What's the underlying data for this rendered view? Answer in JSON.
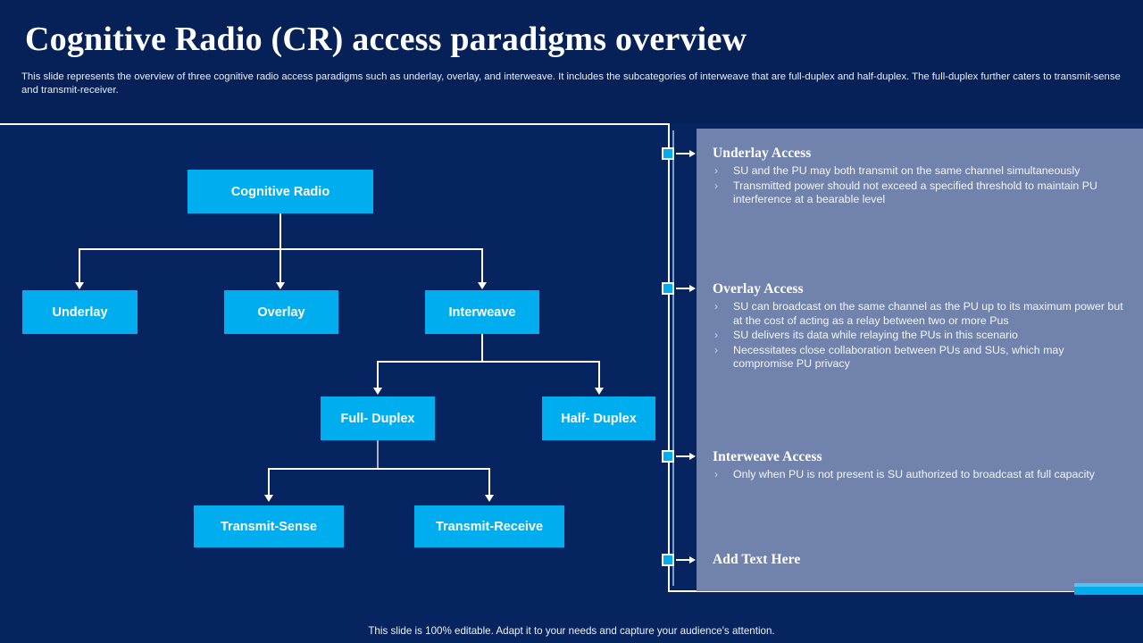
{
  "header": {
    "title": "Cognitive Radio (CR) access paradigms overview",
    "subtitle": "This slide represents the overview of three cognitive radio access paradigms such as underlay, overlay,  and interweave. It includes the subcategories of interweave that are full-duplex and half-duplex. The full-duplex further caters to transmit-sense and transmit-receiver."
  },
  "colors": {
    "background": "#052460",
    "header": "#062157",
    "node": "#00aeef",
    "panel": "#7183ad",
    "accent": "#00aeef",
    "line": "#ffffff"
  },
  "flowchart": {
    "nodes": [
      {
        "id": "cognitive-radio",
        "label": "Cognitive Radio"
      },
      {
        "id": "underlay",
        "label": "Underlay"
      },
      {
        "id": "overlay",
        "label": "Overlay"
      },
      {
        "id": "interweave",
        "label": "Interweave"
      },
      {
        "id": "full-duplex",
        "label": "Full- Duplex"
      },
      {
        "id": "half-duplex",
        "label": "Half- Duplex"
      },
      {
        "id": "transmit-sense",
        "label": "Transmit-Sense"
      },
      {
        "id": "transmit-receive",
        "label": "Transmit-Receive"
      }
    ]
  },
  "panel": {
    "sections": [
      {
        "id": "underlay-access",
        "heading": "Underlay Access",
        "bullets": [
          "SU and the PU may both transmit on the same channel simultaneously",
          "Transmitted power should not exceed a specified threshold to maintain PU interference at a bearable level"
        ]
      },
      {
        "id": "overlay-access",
        "heading": "Overlay Access",
        "bullets": [
          "SU can broadcast on the same channel as the PU up to its maximum power but at the cost of acting as a relay between two or more Pus",
          "SU delivers its data while relaying the PUs in this scenario",
          "Necessitates close collaboration  between PUs and SUs, which may compromise PU privacy"
        ]
      },
      {
        "id": "interweave-access",
        "heading": "Interweave Access",
        "bullets": [
          "Only when PU is not present is SU authorized to broadcast at full capacity"
        ]
      },
      {
        "id": "add-text-here",
        "heading": "Add Text Here",
        "bullets": []
      }
    ],
    "bullet_glyph": "›"
  },
  "footer": {
    "text": "This slide is 100% editable. Adapt it to your needs and capture your audience's attention."
  }
}
